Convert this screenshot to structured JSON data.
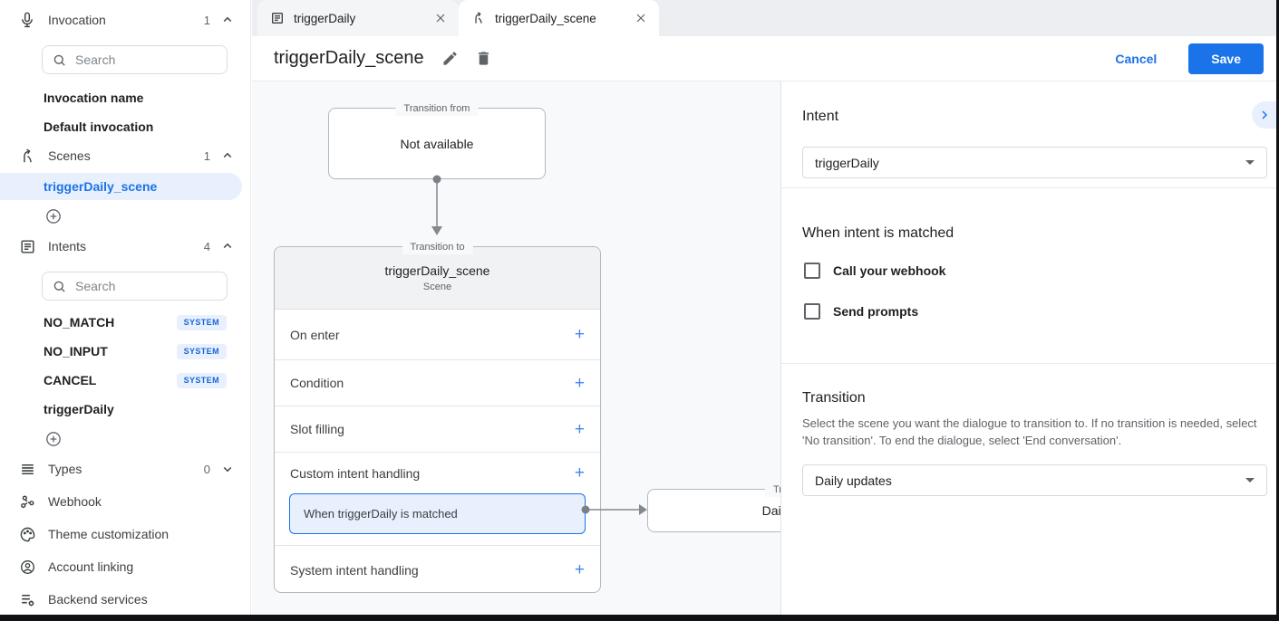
{
  "app": {
    "accent_color": "#1a73e8",
    "selection_bg": "#e8f0fe",
    "canvas_bg": "#f8f9fa"
  },
  "sidebar": {
    "invocation": {
      "label": "Invocation",
      "count": "1",
      "search_placeholder": "Search",
      "items": [
        "Invocation name",
        "Default invocation"
      ]
    },
    "scenes": {
      "label": "Scenes",
      "count": "1",
      "selected": "triggerDaily_scene"
    },
    "intents": {
      "label": "Intents",
      "count": "4",
      "search_placeholder": "Search",
      "items": [
        {
          "label": "NO_MATCH",
          "badge": "SYSTEM"
        },
        {
          "label": "NO_INPUT",
          "badge": "SYSTEM"
        },
        {
          "label": "CANCEL",
          "badge": "SYSTEM"
        },
        {
          "label": "triggerDaily"
        }
      ]
    },
    "types": {
      "label": "Types",
      "count": "0"
    },
    "webhook": {
      "label": "Webhook"
    },
    "theme": {
      "label": "Theme customization"
    },
    "account_linking": {
      "label": "Account linking"
    },
    "backend_services": {
      "label": "Backend services"
    }
  },
  "tabs": {
    "tab1": "triggerDaily",
    "tab2": "triggerDaily_scene"
  },
  "header": {
    "title": "triggerDaily_scene",
    "cancel": "Cancel",
    "save": "Save"
  },
  "canvas": {
    "from_box": {
      "legend": "Transition from",
      "text": "Not available"
    },
    "scene_card": {
      "legend": "Transition to",
      "title": "triggerDaily_scene",
      "subtitle": "Scene",
      "plus": "+",
      "rows": [
        {
          "label": "On enter"
        },
        {
          "label": "Condition"
        },
        {
          "label": "Slot filling"
        },
        {
          "label": "Custom intent handling",
          "chip": "When triggerDaily is matched"
        },
        {
          "label": "System intent handling"
        }
      ]
    },
    "target_box": {
      "legend": "Transition to",
      "text": "Daily updates"
    }
  },
  "panel": {
    "intent_heading": "Intent",
    "intent_value": "triggerDaily",
    "matched_heading": "When intent is matched",
    "checkbox_webhook": "Call your webhook",
    "checkbox_prompts": "Send prompts",
    "transition_heading": "Transition",
    "transition_description": "Select the scene you want the dialogue to transition to. If no transition is needed, select 'No transition'. To end the dialogue, select 'End conversation'.",
    "transition_value": "Daily updates"
  }
}
